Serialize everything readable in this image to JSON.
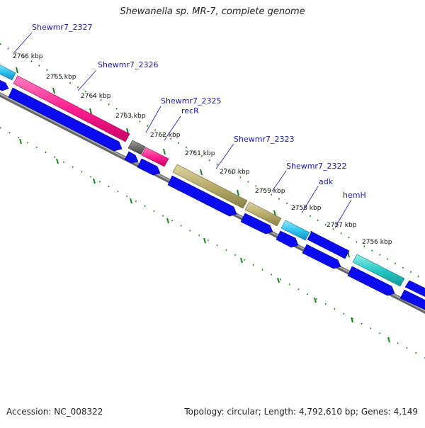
{
  "title": "Shewanella sp. MR-7, complete genome",
  "footer": {
    "accession": "Accession: NC_008322",
    "stats": "Topology: circular; Length: 4,792,610 bp; Genes: 4,149"
  },
  "colors": {
    "cds_blue": "#0b0bf0",
    "magenta": "#ff1f8f",
    "olive": "#b8ad6a",
    "sky": "#2fc6ee",
    "teal": "#28c8c4",
    "gray_gene": "#6e6e6e",
    "backbone": "#808080",
    "tick_green": "#1e7e1e",
    "label_blue": "#1a1aa8"
  },
  "kbp_labels": [
    "2766 kbp",
    "2765 kbp",
    "2764 kbp",
    "2763 kbp",
    "2762 kbp",
    "2761 kbp",
    "2760 kbp",
    "2759 kbp",
    "2758 kbp",
    "2757 kbp",
    "2756 kbp"
  ],
  "gene_labels": [
    "Shewmr7_2327",
    "Shewmr7_2326",
    "Shewmr7_2325",
    "recR",
    "Shewmr7_2323",
    "Shewmr7_2322",
    "adk",
    "hemH"
  ]
}
